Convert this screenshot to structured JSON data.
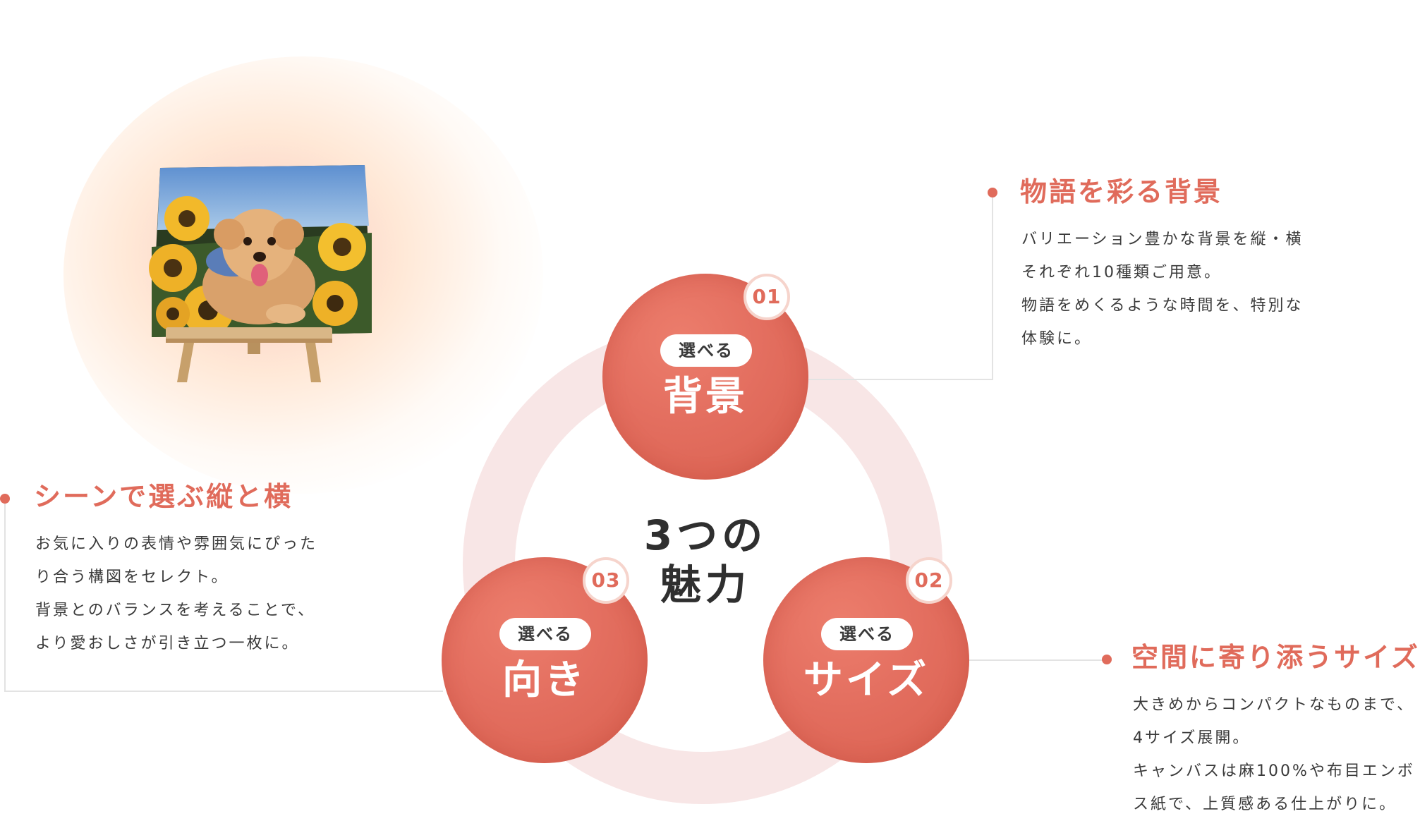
{
  "center": {
    "line1": "3つの",
    "line2": "魅力"
  },
  "circles": [
    {
      "number": "01",
      "pill": "選べる",
      "label": "背景"
    },
    {
      "number": "02",
      "pill": "選べる",
      "label": "サイズ"
    },
    {
      "number": "03",
      "pill": "選べる",
      "label": "向き"
    }
  ],
  "features": {
    "background": {
      "title": "物語を彩る背景",
      "lines": [
        "バリエーション豊かな背景を縦・横",
        "それぞれ10種類ご用意。",
        "物語をめくるような時間を、特別な",
        "体験に。"
      ]
    },
    "orientation": {
      "title": "シーンで選ぶ縦と横",
      "lines": [
        "お気に入りの表情や雰囲気にぴった",
        "り合う構図をセレクト。",
        "背景とのバランスを考えることで、",
        "より愛おしさが引き立つ一枚に。"
      ]
    },
    "size": {
      "title": "空間に寄り添うサイズ",
      "lines": [
        "大きめからコンパクトなものまで、",
        "4サイズ展開。",
        "キャンバスは麻100%や布目エンボ",
        "ス紙で、上質感ある仕上がりに。"
      ]
    }
  },
  "colors": {
    "accent": "#e06b5b",
    "ring": "#f8e6e6",
    "circle": "#e36e5f"
  }
}
